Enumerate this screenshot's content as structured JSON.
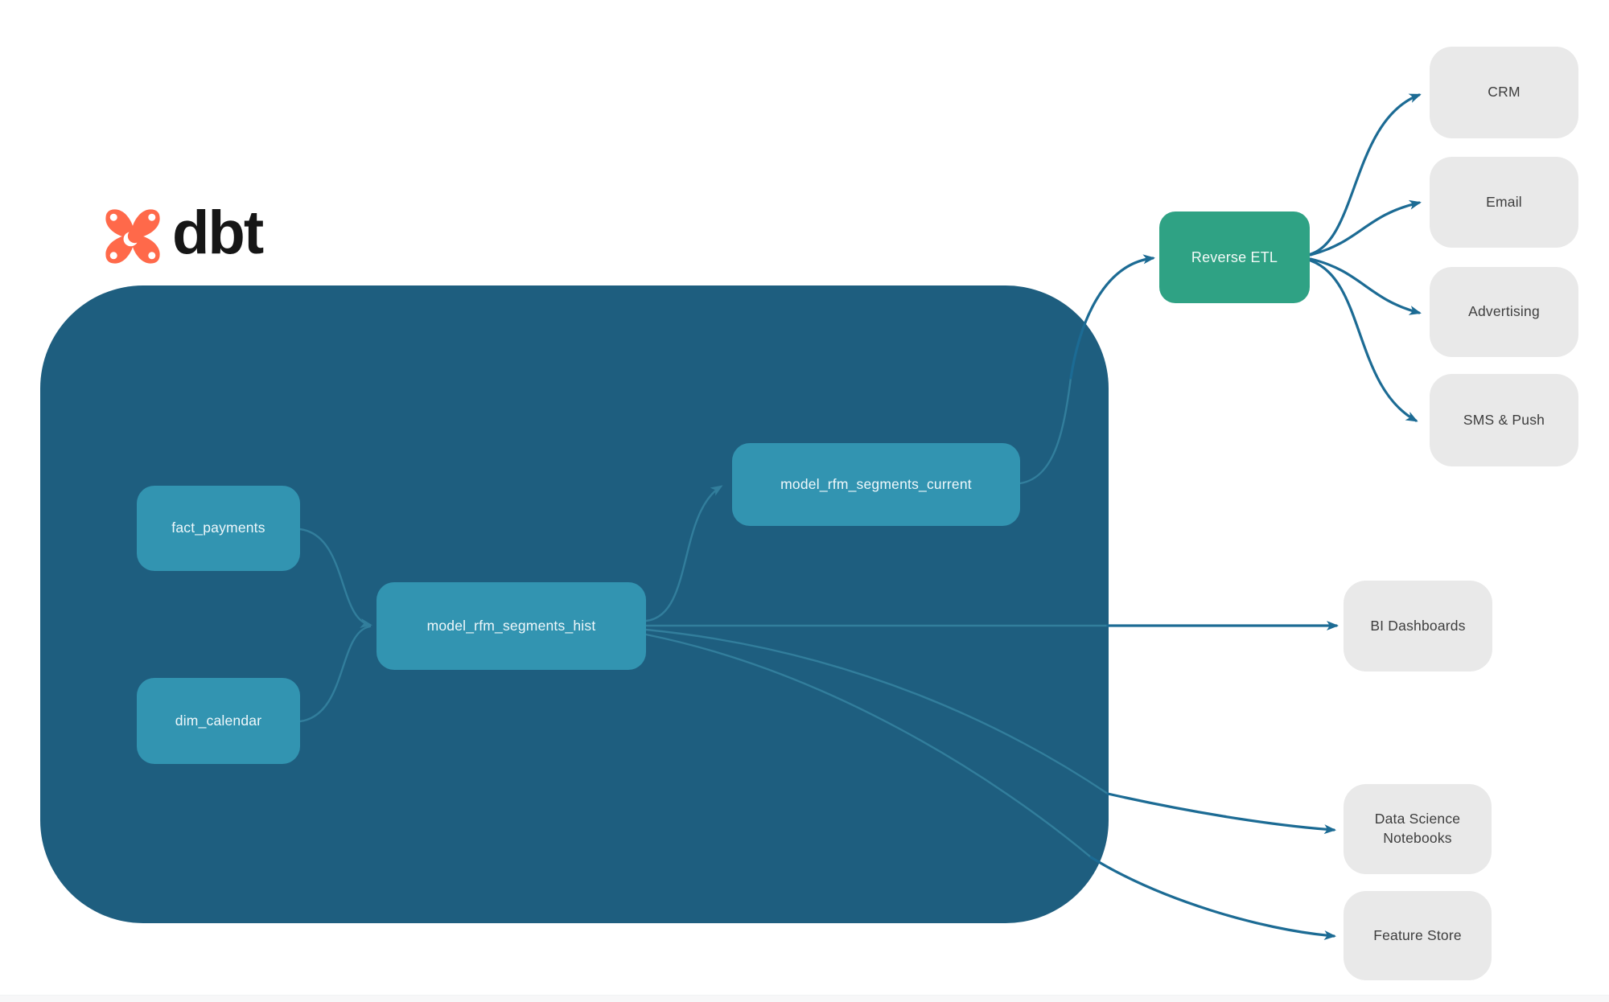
{
  "logo": {
    "text": "dbt",
    "icon": "dbt-star-icon",
    "brand_color": "#FF694A"
  },
  "nodes": {
    "fact_payments": {
      "label": "fact_payments"
    },
    "dim_calendar": {
      "label": "dim_calendar"
    },
    "hist": {
      "label": "model_rfm_segments_hist"
    },
    "current": {
      "label": "model_rfm_segments_current"
    },
    "reverse_etl": {
      "label": "Reverse ETL"
    },
    "crm": {
      "label": "CRM"
    },
    "email": {
      "label": "Email"
    },
    "advertising": {
      "label": "Advertising"
    },
    "sms_push": {
      "label": "SMS & Push"
    },
    "bi_dashboards": {
      "label": "BI Dashboards"
    },
    "ds_notebooks": {
      "label": "Data Science Notebooks"
    },
    "feature_store": {
      "label": "Feature Store"
    }
  },
  "edges": [
    {
      "from": "fact_payments",
      "to": "model_rfm_segments_hist"
    },
    {
      "from": "dim_calendar",
      "to": "model_rfm_segments_hist"
    },
    {
      "from": "model_rfm_segments_hist",
      "to": "model_rfm_segments_current"
    },
    {
      "from": "model_rfm_segments_current",
      "to": "reverse_etl"
    },
    {
      "from": "reverse_etl",
      "to": "crm"
    },
    {
      "from": "reverse_etl",
      "to": "email"
    },
    {
      "from": "reverse_etl",
      "to": "advertising"
    },
    {
      "from": "reverse_etl",
      "to": "sms_push"
    },
    {
      "from": "model_rfm_segments_hist",
      "to": "bi_dashboards"
    },
    {
      "from": "model_rfm_segments_hist",
      "to": "ds_notebooks"
    },
    {
      "from": "model_rfm_segments_hist",
      "to": "feature_store"
    }
  ],
  "colors": {
    "brand_orange": "#FF694A",
    "warehouse_background": "#1E5E7F",
    "model_box": "#3294B1",
    "reverse_etl_green": "#2FA284",
    "destination_gray": "#E9E9E9",
    "arrow_outside": "#1C6B94",
    "arrow_inside": "#327E9C"
  }
}
